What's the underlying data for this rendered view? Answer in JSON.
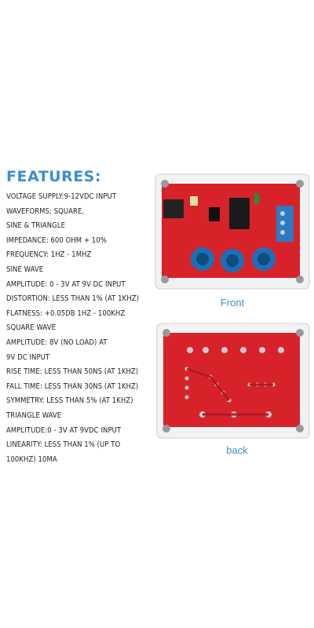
{
  "features": {
    "title": "FEATURES:",
    "items": [
      "Voltage supply:9-12VDC input",
      "Waveforms: Square,",
      "Sine & Triangle",
      "Impedance: 600 Ohm + 10%",
      "Frequency: 1Hz - 1MHz",
      "Sine Wave",
      "Amplitude: 0 - 3V at 9V DC input",
      "Distortion: Less than 1% (at 1kHz)",
      "Flatness: +0.05dB 1Hz - 100kHz",
      "Square wave",
      "Amplitude: 8V (no load) at",
      "9V DC input",
      "Rise Time: Less than 50ns (at 1kHz)",
      "Fall Time: Less than 30ns (at 1kHz)",
      "Symmetry: Less than 5% (at 1kHz)",
      "Triangle wave",
      "Amplitude:0 - 3V at 9VDC input",
      "Linearity: Less than 1% (up to",
      "100kHz) 10mA"
    ]
  },
  "images": {
    "front_caption": "Front",
    "back_caption": "back",
    "board_color": "#d8222a",
    "knob_color": "#1b6fb8"
  }
}
